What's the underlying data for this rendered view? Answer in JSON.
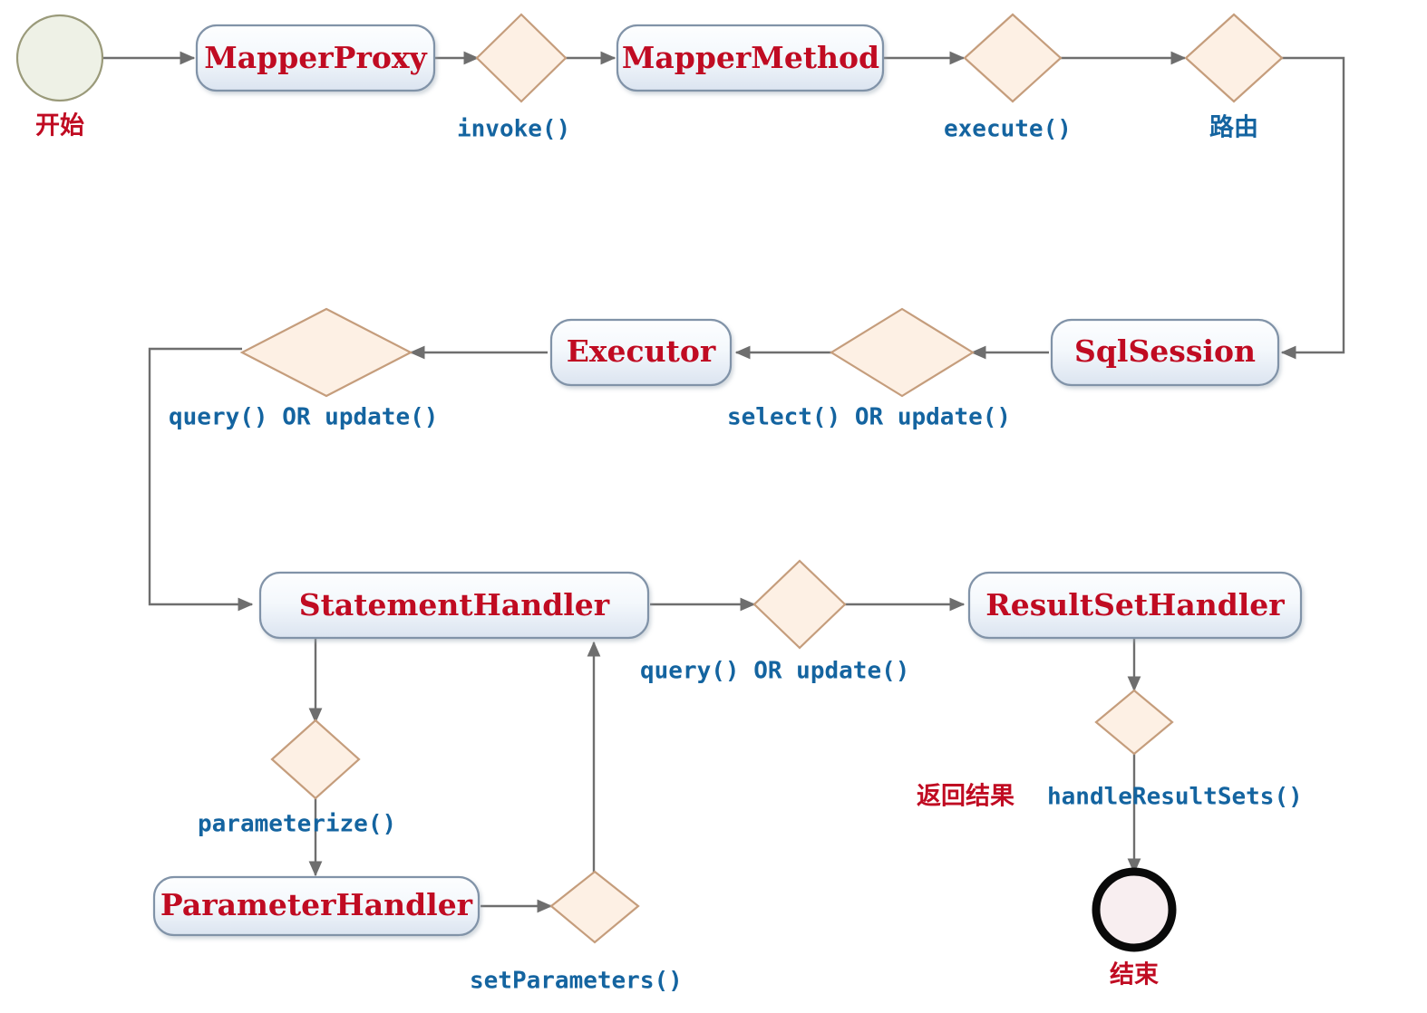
{
  "diagram": {
    "title": "MyBatis 执行流程",
    "type": "flowchart",
    "colors": {
      "node_text": "#c00b22",
      "edge_text": "#1464a0",
      "box_border": "#8193a8",
      "box_fill_top": "#fdfeff",
      "box_fill_bottom": "#dde6f0",
      "diamond_fill": "#fdf0e4",
      "diamond_border": "#c59d7c",
      "connector": "#6e6e6e",
      "start_fill": "#eef1e6",
      "end_border": "#0a0a0a"
    }
  },
  "nodes": {
    "start": {
      "label": "开始",
      "shape": "circle"
    },
    "mapper_proxy": {
      "label": "MapperProxy",
      "shape": "rounded-rect"
    },
    "mapper_method": {
      "label": "MapperMethod",
      "shape": "rounded-rect"
    },
    "sql_session": {
      "label": "SqlSession",
      "shape": "rounded-rect"
    },
    "executor": {
      "label": "Executor",
      "shape": "rounded-rect"
    },
    "statement_handler": {
      "label": "StatementHandler",
      "shape": "rounded-rect"
    },
    "result_set_handler": {
      "label": "ResultSetHandler",
      "shape": "rounded-rect"
    },
    "parameter_handler": {
      "label": "ParameterHandler",
      "shape": "rounded-rect"
    },
    "end": {
      "label": "结束",
      "shape": "circle-thick"
    }
  },
  "edge_labels": {
    "invoke": "invoke()",
    "execute": "execute()",
    "route": "路由",
    "select_or_update": "select() OR update()",
    "query_or_update_left": "query() OR update()",
    "query_or_update_mid": "query() OR update()",
    "parameterize": "parameterize()",
    "set_parameters": "setParameters()",
    "return_result": "返回结果",
    "handle_result_sets": "handleResultSets()"
  },
  "flow_sequence": [
    {
      "from": "start",
      "to": "mapper_proxy",
      "label": ""
    },
    {
      "from": "mapper_proxy",
      "to": "mapper_method",
      "label": "invoke()"
    },
    {
      "from": "mapper_method",
      "to": "sql_session",
      "label": "execute()"
    },
    {
      "from": "sql_session",
      "to": "executor",
      "label": "路由"
    },
    {
      "from": "executor",
      "to": "statement_handler",
      "label": "select() OR update()"
    },
    {
      "from": "statement_handler",
      "to": "parameter_handler",
      "label": "query() OR update()"
    },
    {
      "from": "parameter_handler",
      "to": "statement_handler",
      "label": "parameterize() / setParameters()"
    },
    {
      "from": "statement_handler",
      "to": "result_set_handler",
      "label": "query() OR update()"
    },
    {
      "from": "result_set_handler",
      "to": "end",
      "label": "返回结果 handleResultSets()"
    }
  ]
}
